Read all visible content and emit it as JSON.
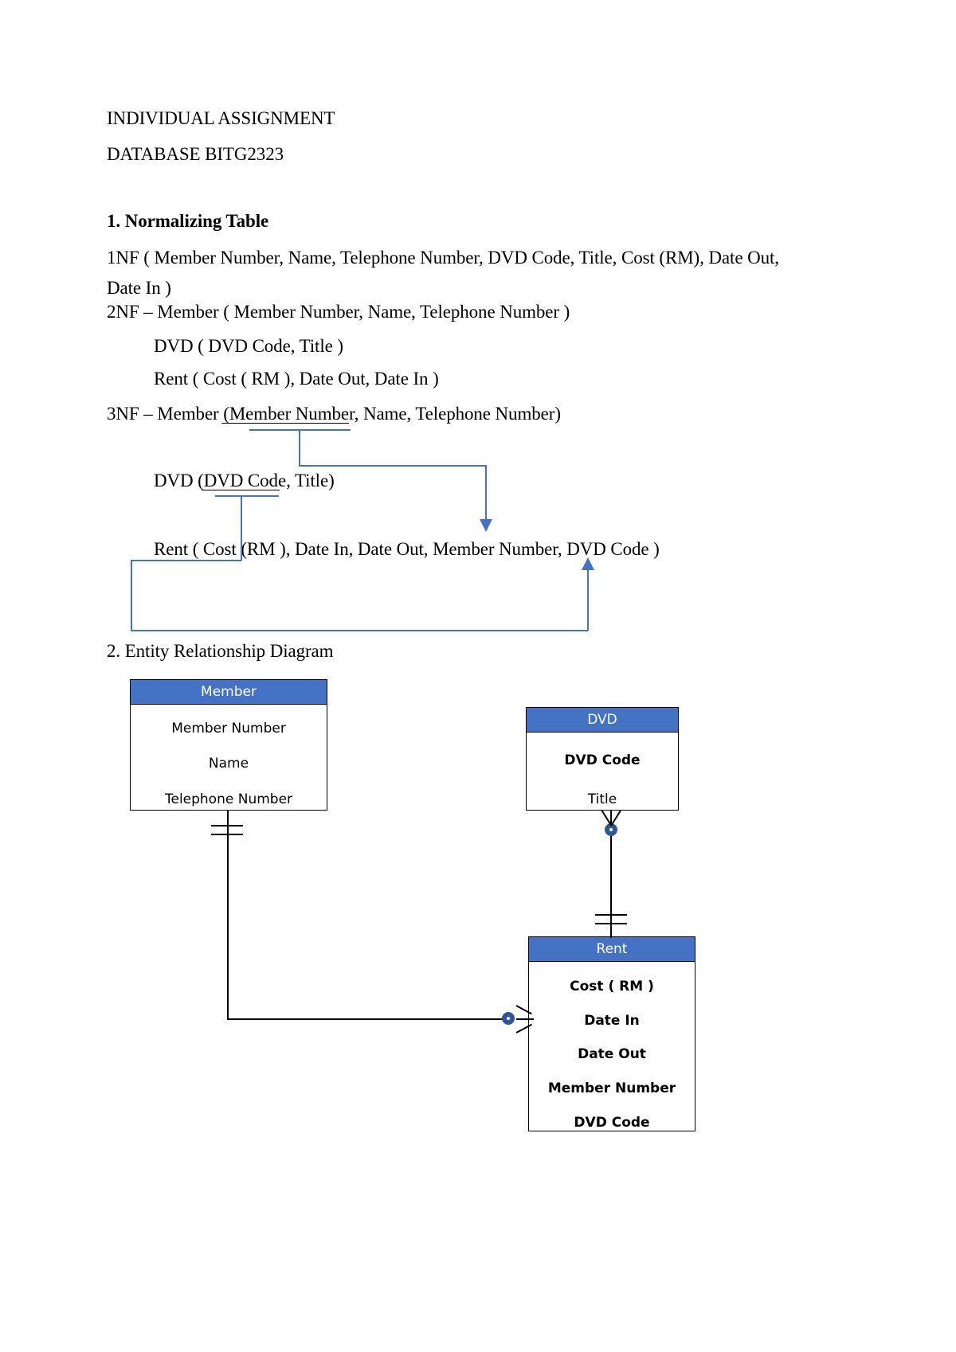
{
  "document": {
    "title_line_1": "INDIVIDUAL ASSIGNMENT",
    "title_line_2": "DATABASE BITG2323",
    "section_1_heading": "1. Normalizing Table",
    "nf1": "1NF ( Member Number, Name, Telephone Number, DVD Code, Title, Cost (RM), Date Out, Date In )",
    "nf2_member": "2NF – Member ( Member Number, Name, Telephone Number )",
    "nf2_dvd": "DVD ( DVD Code, Title )",
    "nf2_rent": "Rent ( Cost ( RM ), Date Out, Date In )",
    "nf3_member": "3NF – Member (Member Number, Name, Telephone Number)",
    "nf3_dvd": "DVD (DVD Code, Title)",
    "nf3_rent": "Rent ( Cost (RM ), Date In, Date Out, Member Number, DVD Code )",
    "section_2_heading": "2. Entity Relationship Diagram"
  },
  "colors": {
    "connector_blue": "#4573c4",
    "entity_header_blue": "#4472c4",
    "cardinality_ring": "#2f5597",
    "text_black": "#000000",
    "page_background": "#ffffff"
  },
  "erd": {
    "entities": [
      {
        "name": "Member",
        "attributes": [
          "Member Number",
          "Name",
          "Telephone Number"
        ]
      },
      {
        "name": "DVD",
        "attributes": [
          "DVD Code",
          "Title"
        ]
      },
      {
        "name": "Rent",
        "attributes": [
          "Cost ( RM )",
          "Date In",
          "Date Out",
          "Member Number",
          "DVD Code"
        ]
      }
    ],
    "relationships": [
      {
        "from": "Member",
        "to": "Rent",
        "from_cardinality": "one-and-only-one",
        "to_cardinality": "zero-or-many"
      },
      {
        "from": "DVD",
        "to": "Rent",
        "from_cardinality": "zero-or-many",
        "to_cardinality": "one-and-only-one"
      }
    ]
  }
}
